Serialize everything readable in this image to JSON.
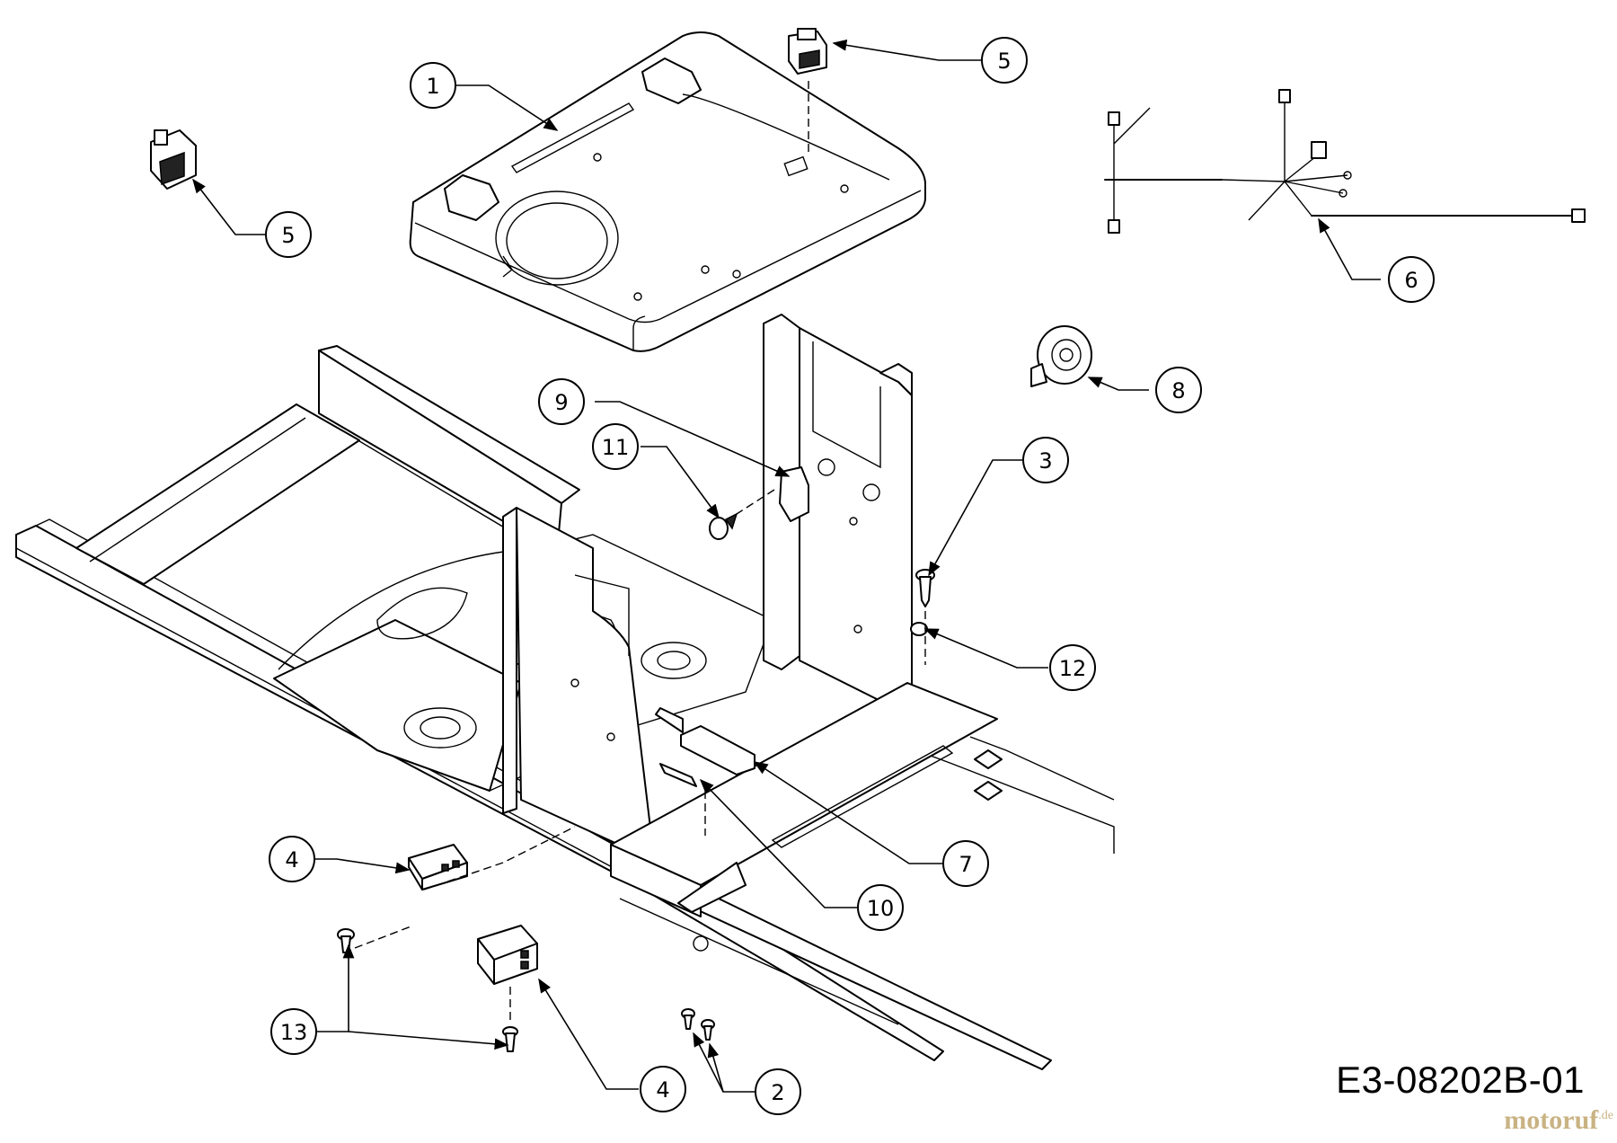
{
  "diagram": {
    "drawing_code": "E3-08202B-01",
    "watermark": "motoruf",
    "watermark_suffix": ".de",
    "callouts": [
      "1",
      "5",
      "5",
      "6",
      "8",
      "9",
      "11",
      "3",
      "12",
      "7",
      "10",
      "4",
      "4",
      "13",
      "2"
    ]
  }
}
